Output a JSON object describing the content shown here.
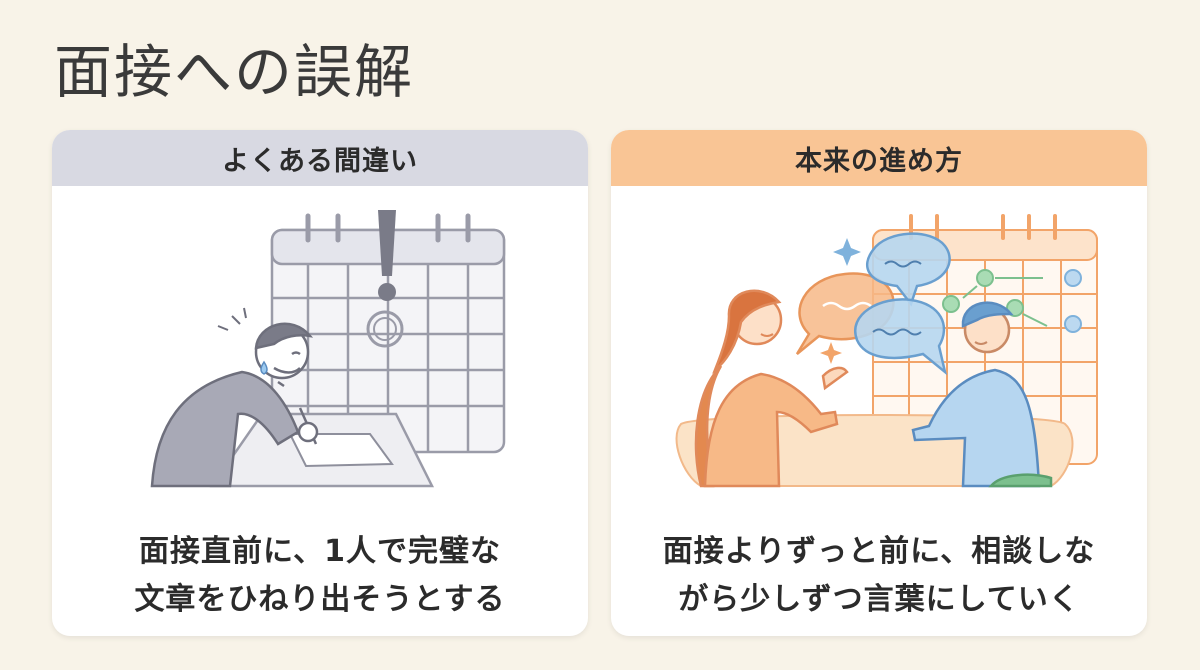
{
  "page": {
    "title": "面接への誤解"
  },
  "cards": [
    {
      "header": "よくある間違い",
      "caption_lines": [
        "面接直前に、1人で完璧な",
        "文章をひねり出そうとする"
      ],
      "accent": "#d8d9e2"
    },
    {
      "header": "本来の進め方",
      "caption_lines": [
        "面接よりずっと前に、相談しな",
        "がら少しずつ言葉にしていく"
      ],
      "accent": "#f9c595"
    }
  ],
  "colors": {
    "background": "#f8f3e8",
    "gray_line": "#8e8f9c",
    "orange": "#f2a469",
    "blue": "#7fb2dc",
    "green": "#7cc08e"
  },
  "icons": [
    "calendar-icon",
    "exclamation-icon",
    "person-stressed-icon",
    "paper-icon",
    "pen-icon",
    "speech-bubble-icon",
    "sparkle-icon",
    "person-woman-icon",
    "person-man-icon",
    "table-icon"
  ]
}
